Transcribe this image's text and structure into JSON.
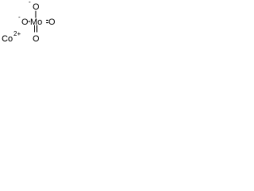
{
  "molybdate": {
    "center": "Mo",
    "top_oxygen": "O",
    "top_charge": "-",
    "left_oxygen": "O",
    "left_charge": "-",
    "right_oxygen": "O",
    "bottom_oxygen": "O"
  },
  "cation": {
    "symbol": "Co",
    "charge": "2+"
  }
}
